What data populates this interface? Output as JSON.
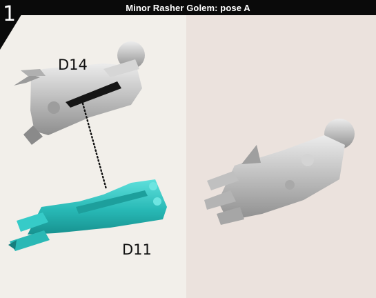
{
  "header": {
    "title": "Minor Rasher Golem: pose A"
  },
  "step": {
    "number": "1"
  },
  "labels": {
    "upper_part": "D14",
    "lower_part": "D11"
  },
  "colors": {
    "bar": "#0a0a0a",
    "left_panel": "#f2efea",
    "right_panel": "#ebe2dd",
    "part_gray": "#c9c9c9",
    "part_highlight": "#2fc2c0"
  },
  "icons": {
    "connector": "dotted-leader-line"
  }
}
